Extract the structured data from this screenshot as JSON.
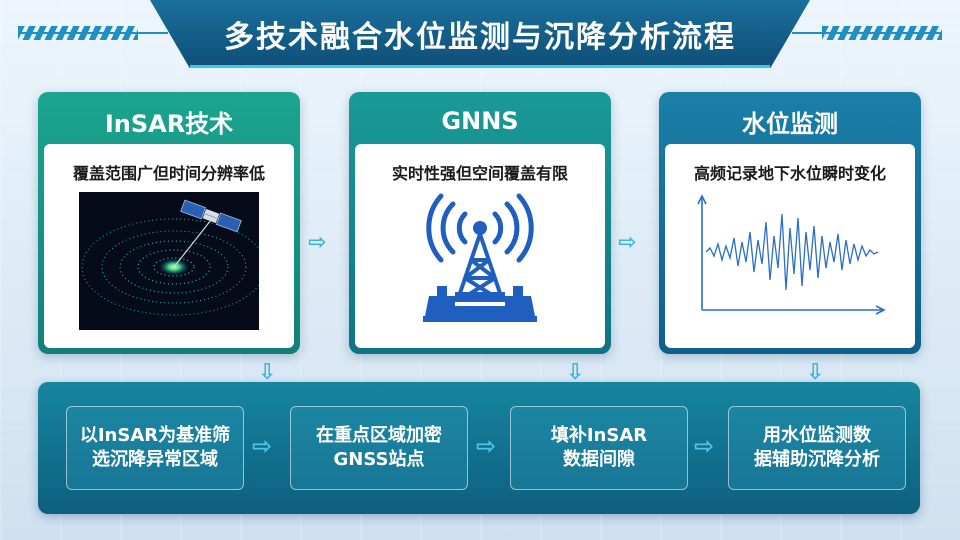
{
  "title": "多技术融合水位监测与沉降分析流程",
  "cards": [
    {
      "header": "InSAR技术",
      "subtitle": "覆盖范围广但时间分辨率低",
      "icon": "satellite-radar-icon"
    },
    {
      "header": "GNNS",
      "subtitle": "实时性强但空间覆盖有限",
      "icon": "signal-tower-icon"
    },
    {
      "header": "水位监测",
      "subtitle": "高频记录地下水位瞬时变化",
      "icon": "waveform-chart-icon"
    }
  ],
  "steps": [
    {
      "line1": "以InSAR为基准筛",
      "line2": "选沉降异常区域"
    },
    {
      "line1": "在重点区域加密",
      "line2": "GNSS站点"
    },
    {
      "line1": "填补InSAR",
      "line2": "数据间隙"
    },
    {
      "line1": "用水位监测数",
      "line2": "据辅助沉降分析"
    }
  ],
  "colors": {
    "title_bg": "#0e4f78",
    "card_insar": "#1ba58f",
    "card_gnns": "#1a9a96",
    "card_water": "#1a7fa7",
    "arrow": "#3bb5dd",
    "bottom_panel": "#0e5f80",
    "tower_blue": "#1f5fbf",
    "wave_blue": "#2a6fc4"
  }
}
